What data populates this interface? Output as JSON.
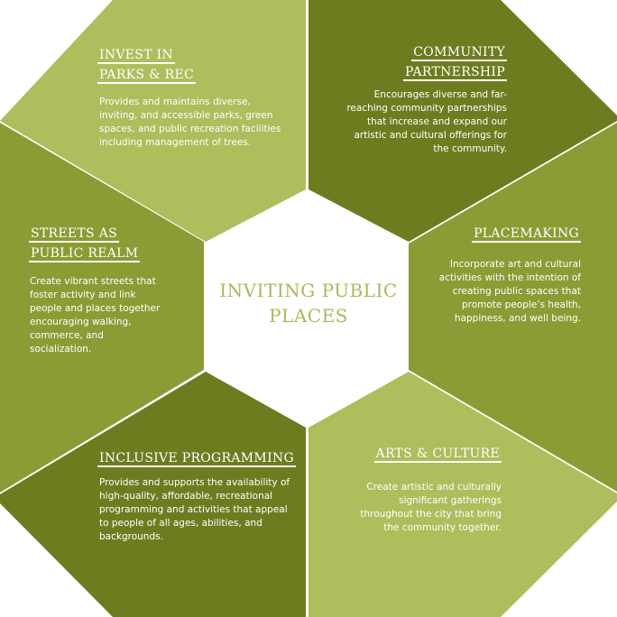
{
  "center": {
    "title_line1": "INVITING PUBLIC",
    "title_line2": "PLACES"
  },
  "colors": {
    "light_green": "#adbe5c",
    "mid_green": "#8a9d35",
    "dark_green": "#6c7d20",
    "center_white": "#ffffff",
    "center_text": "#a8ba5b"
  },
  "segments": [
    {
      "id": "invest",
      "title_line1": "INVEST IN",
      "title_line2": "PARKS & REC",
      "body": "Provides and maintains diverse, inviting, and accessible parks, green spaces, and public recreation facilities including management of trees."
    },
    {
      "id": "community",
      "title_line1": "COMMUNITY",
      "title_line2": "PARTNERSHIP",
      "body": "Encourages diverse and far-reaching community partnerships that increase and expand our artistic and cultural offerings for the community."
    },
    {
      "id": "placemaking",
      "title_line1": "PLACEMAKING",
      "body": "Incorporate art and cultural activities with the intention of creating public spaces that promote people’s health, happiness, and well being."
    },
    {
      "id": "arts",
      "title_line1": "ARTS & CULTURE",
      "body": "Create artistic and culturally significant gatherings throughout the city that bring the community together."
    },
    {
      "id": "inclusive",
      "title_line1": "INCLUSIVE PROGRAMMING",
      "body": "Provides and supports the availability of high-quality, affordable, recreational programming and activities that appeal to people of all ages, abilities, and backgrounds."
    },
    {
      "id": "streets",
      "title_line1": "STREETS AS",
      "title_line2": "PUBLIC REALM",
      "body": "Create vibrant streets that foster activity and link people and places together encouraging walking, commerce, and socialization."
    }
  ]
}
